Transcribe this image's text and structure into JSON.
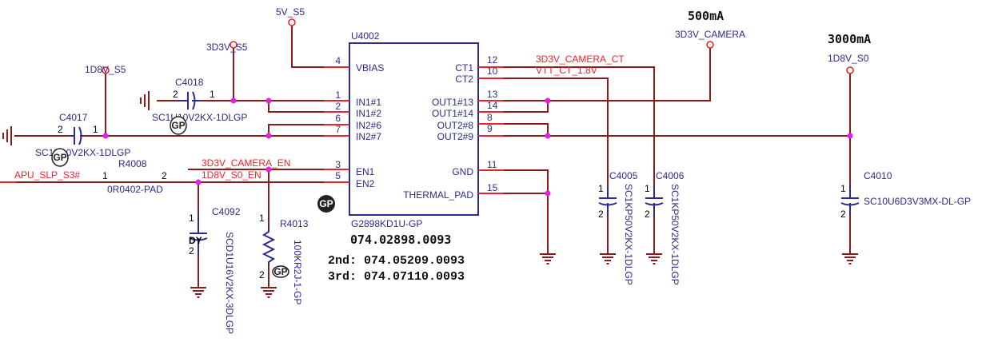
{
  "power": {
    "v5": "5V_S5",
    "v3d3": "3D3V_S5",
    "v1d8": "1D8V_S5",
    "cam": "3D3V_CAMERA",
    "s0": "1D8V_S0",
    "cam_current": "500mA",
    "s0_current": "3000mA"
  },
  "ic": {
    "ref": "U4002",
    "part": "G2898KD1U-GP",
    "pn": "074.02898.0093",
    "second": "2nd: 074.05209.0093",
    "third": "3rd: 074.07110.0093",
    "gp": "GP",
    "pins_left": [
      {
        "num": "4",
        "name": "VBIAS"
      },
      {
        "num": "1",
        "name": "IN1#1"
      },
      {
        "num": "2",
        "name": "IN1#2"
      },
      {
        "num": "6",
        "name": "IN2#6"
      },
      {
        "num": "7",
        "name": "IN2#7"
      },
      {
        "num": "3",
        "name": "EN1"
      },
      {
        "num": "5",
        "name": "EN2"
      }
    ],
    "pins_right": [
      {
        "num": "12",
        "name": "CT1"
      },
      {
        "num": "10",
        "name": "CT2"
      },
      {
        "num": "13",
        "name": "OUT1#13"
      },
      {
        "num": "14",
        "name": "OUT1#14"
      },
      {
        "num": "8",
        "name": "OUT2#8"
      },
      {
        "num": "9",
        "name": "OUT2#9"
      },
      {
        "num": "11",
        "name": "GND"
      },
      {
        "num": "15",
        "name": "THERMAL_PAD"
      }
    ]
  },
  "nets": {
    "ct1": "3D3V_CAMERA_CT",
    "ct2": "VTT_CT_1.8V",
    "en1": "3D3V_CAMERA_EN",
    "en2": "1D8V_S0_EN",
    "slp": "APU_SLP_S3#"
  },
  "parts": {
    "c4018": {
      "ref": "C4018",
      "val": "SC1U10V2KX-1DLGP",
      "p1": "1",
      "p2": "2"
    },
    "c4017": {
      "ref": "C4017",
      "val": "SC1U10V2KX-1DLGP",
      "p1": "1",
      "p2": "2"
    },
    "r4008": {
      "ref": "R4008",
      "val": "0R0402-PAD",
      "p1": "1",
      "p2": "2"
    },
    "c4092": {
      "ref": "C4092",
      "val": "SCD1U16V2KX-3DLGP",
      "p1": "1",
      "p2": "2",
      "dy": "DY"
    },
    "r4013": {
      "ref": "R4013",
      "val": "100KR2J-1-GP",
      "p1": "1",
      "p2": "2",
      "gp": "GP"
    },
    "c4005": {
      "ref": "C4005",
      "val": "SC1KP50V2KX-1DLGP",
      "p1": "1",
      "p2": "2"
    },
    "c4006": {
      "ref": "C4006",
      "val": "SC1KP50V2KX-1DLGP",
      "p1": "1",
      "p2": "2"
    },
    "c4010": {
      "ref": "C4010",
      "val": "SC10U6D3V3MX-DL-GP",
      "p1": "1",
      "p2": "2"
    }
  },
  "badges": {
    "b1": "GP",
    "b2": "GP"
  }
}
